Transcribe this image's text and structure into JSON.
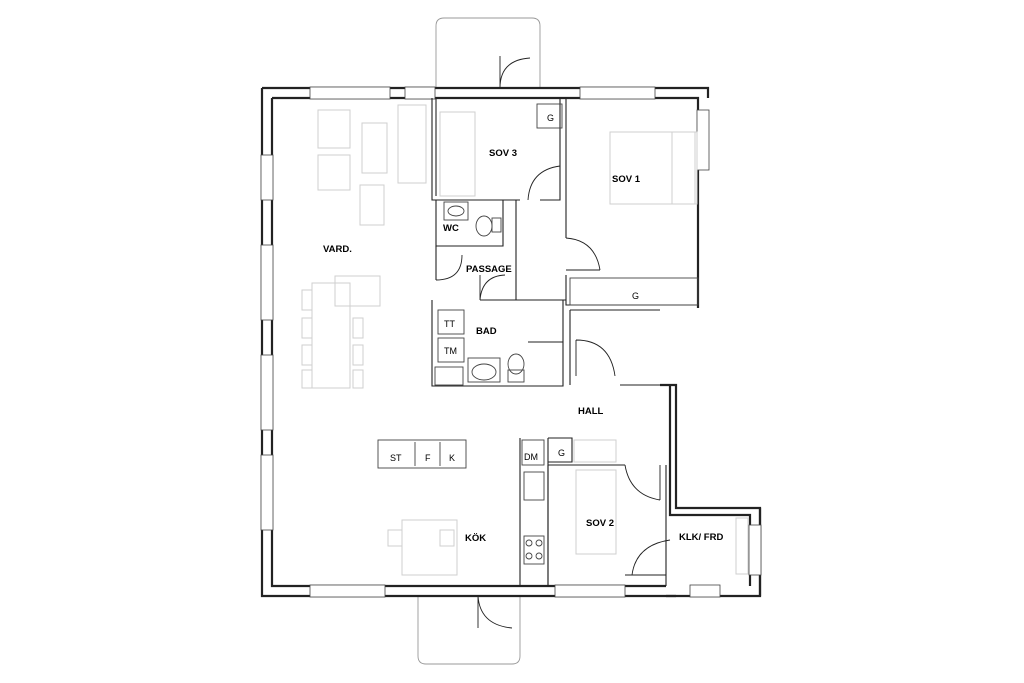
{
  "rooms": {
    "vard": "VARD.",
    "kok": "KÖK",
    "sov1": "SOV 1",
    "sov2": "SOV 2",
    "sov3": "SOV 3",
    "wc": "WC",
    "passage": "PASSAGE",
    "bad": "BAD",
    "hall": "HALL",
    "klk": "KLK/ FRD"
  },
  "fixtures": {
    "st": "ST",
    "f": "F",
    "k": "K",
    "dm": "DM",
    "tt": "TT",
    "tm": "TM",
    "g_sov3": "G",
    "g_sov1": "G",
    "g_hall": "G"
  },
  "colors": {
    "wall": "#222222",
    "furniture": "#cfcfcf",
    "background": "#ffffff"
  }
}
